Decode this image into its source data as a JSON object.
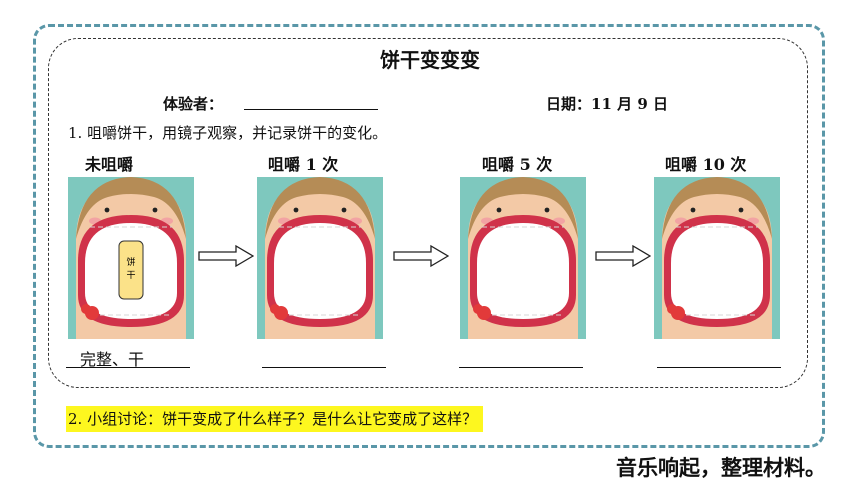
{
  "title": "饼干变变变",
  "header": {
    "experiencer_label": "体验者：",
    "date_label": "日期：",
    "date_month": "11",
    "month_char": "月",
    "date_day": "9",
    "day_char": "日"
  },
  "question1": "1. 咀嚼饼干，用镜子观察，并记录饼干的变化。",
  "stages": [
    {
      "label": "未咀嚼",
      "answer": "完整、干"
    },
    {
      "label": "咀嚼 1 次",
      "answer": ""
    },
    {
      "label": "咀嚼 5 次",
      "answer": ""
    },
    {
      "label": "咀嚼 10 次",
      "answer": ""
    }
  ],
  "biscuit_text_1": "饼",
  "biscuit_text_2": "干",
  "question2": "2. 小组讨论：饼干变成了什么样子？是什么让它变成了这样？",
  "footer": "音乐响起，整理材料。",
  "colors": {
    "outer_border": "#5a97a8",
    "highlight": "#fdf71f",
    "mouth_bg": "#7ec8be",
    "skin": "#f3c9a6",
    "hair": "#b58c56",
    "lips": "#d0324a"
  }
}
